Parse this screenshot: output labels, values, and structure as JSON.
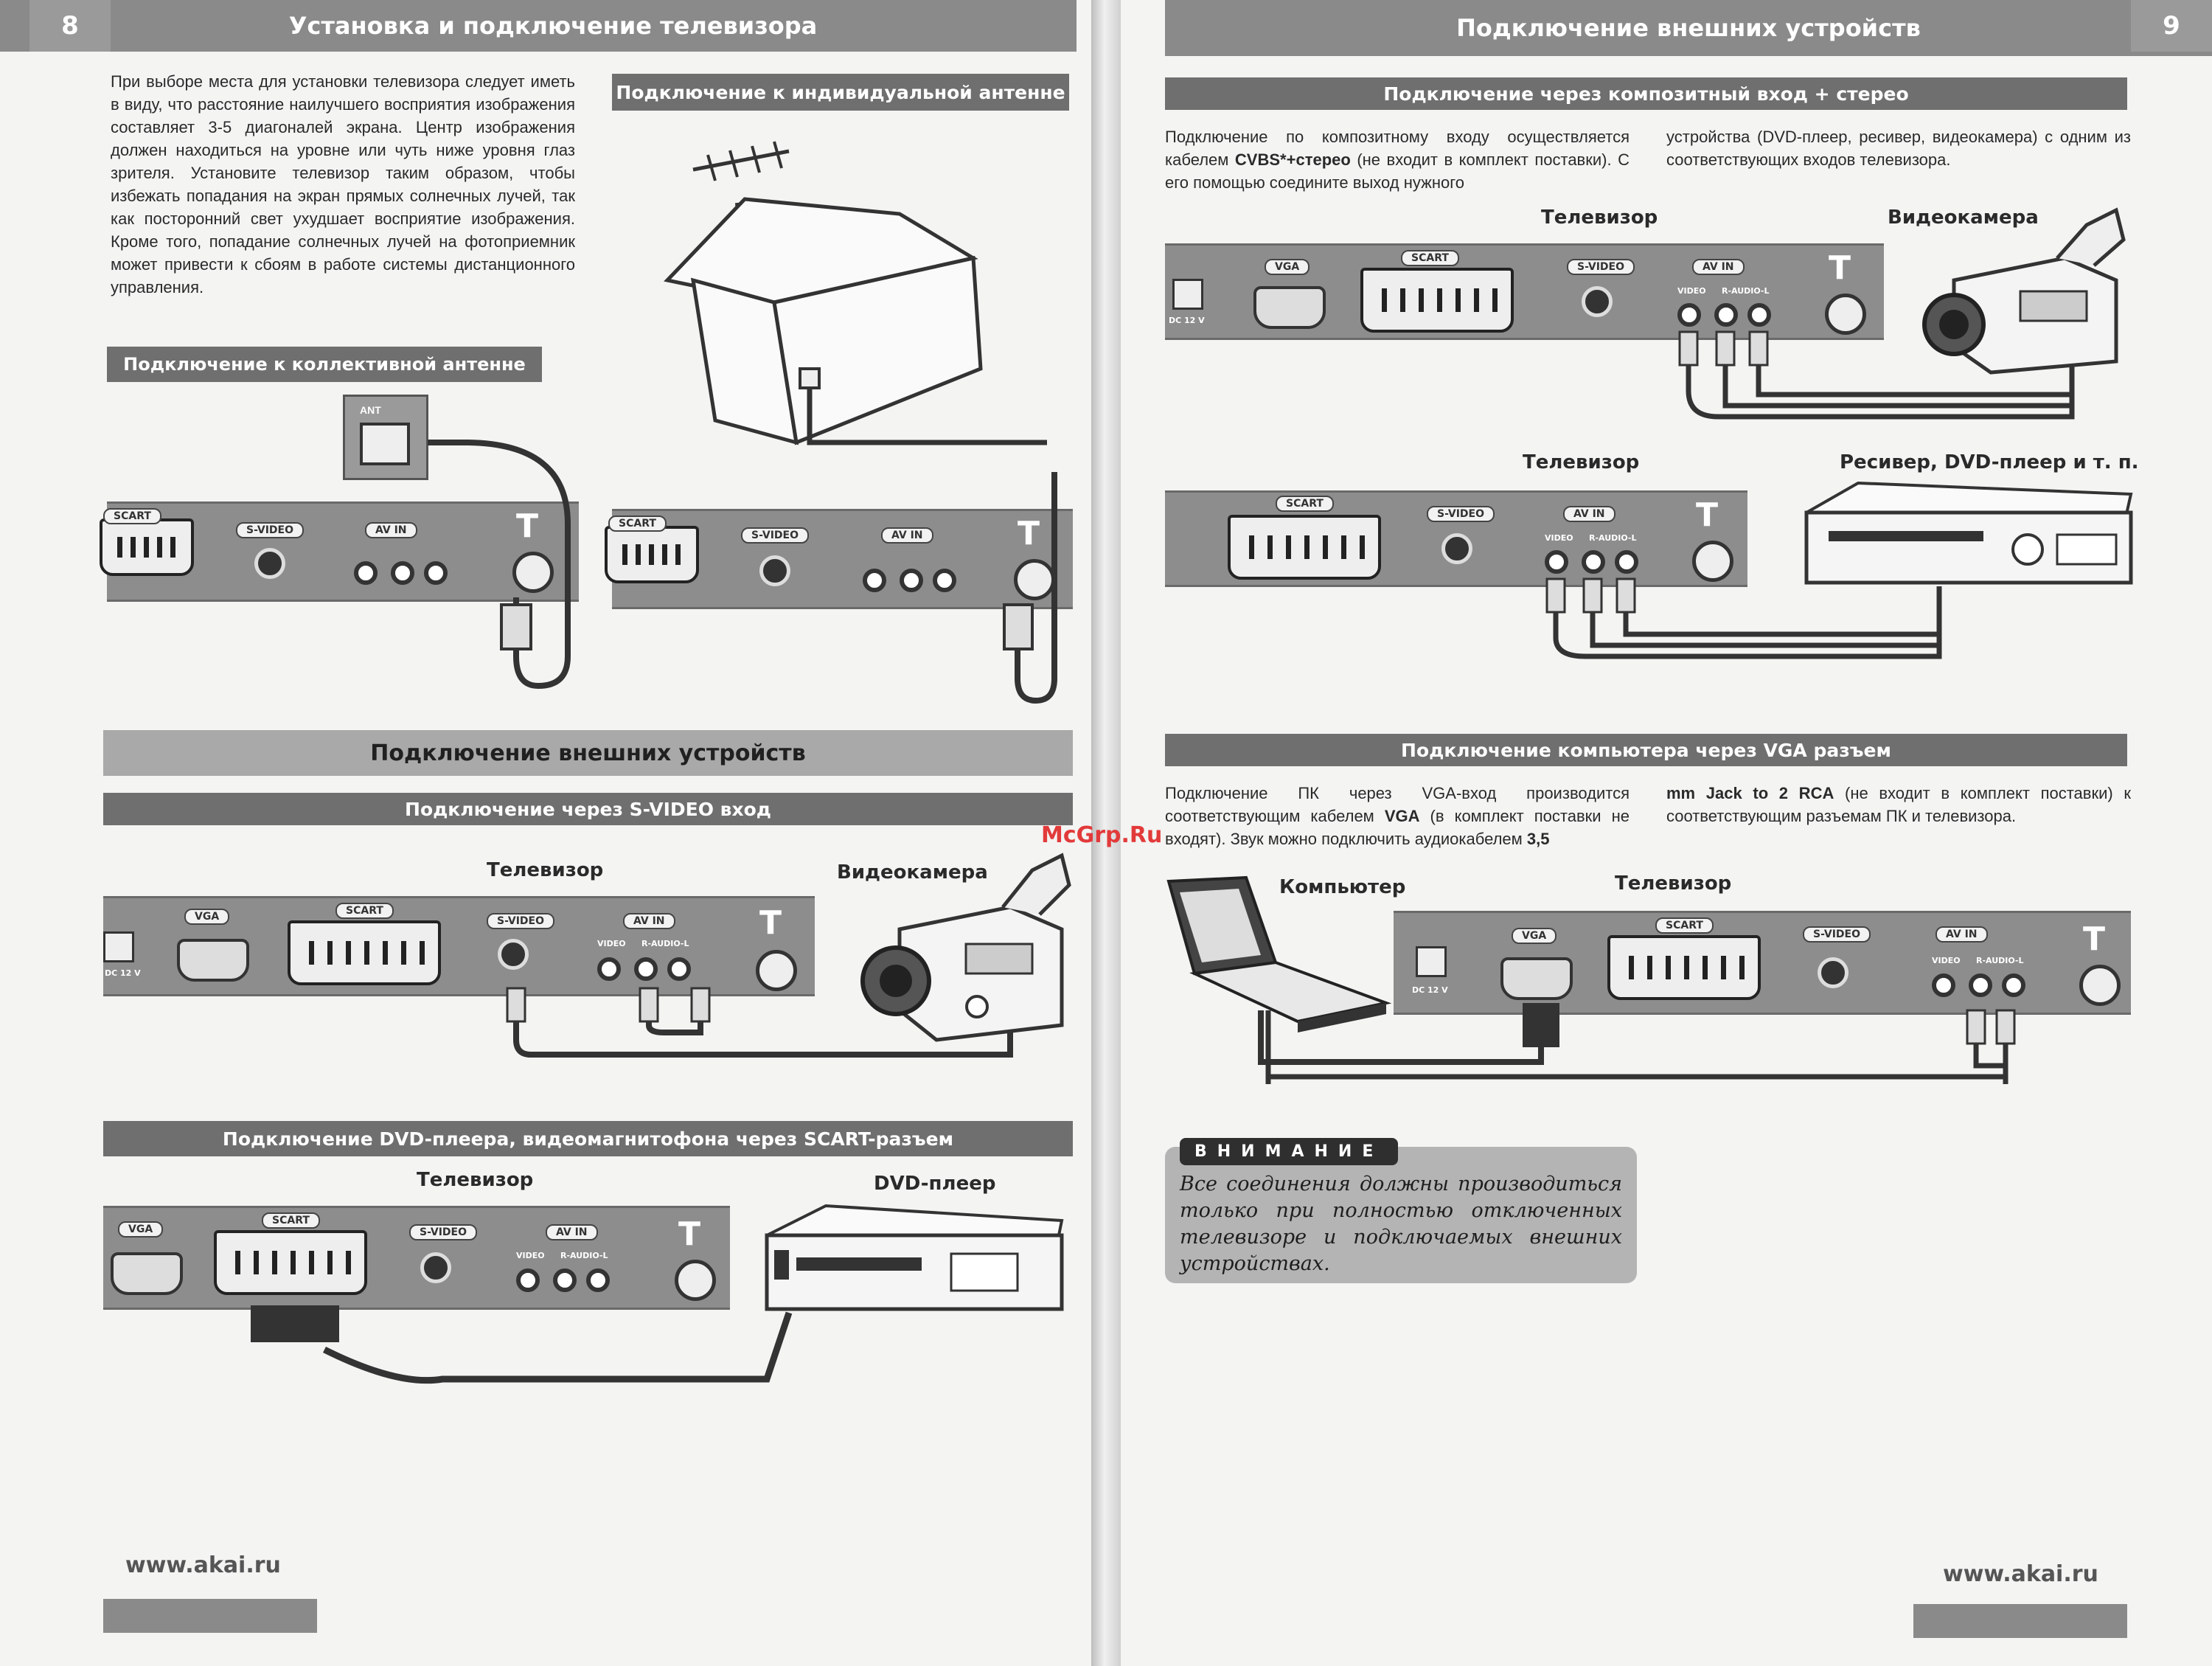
{
  "left_page": {
    "page_number": "8",
    "header_title": "Установка и подключение телевизора",
    "intro_text": "При выборе места для установки телевизора следует иметь в виду, что расстояние наилучшего восприятия изображения составляет 3-5 диагоналей экрана. Центр изображения должен находиться на уровне или чуть ниже уровня глаз зрителя. Установите телевизор таким образом, чтобы избежать попадания на экран прямых солнечных лучей, так как посторонний свет ухудшает восприятие изображения. Кроме того, попадание солнечных лучей на фотоприемник может привести к сбоям в работе системы дистанционного управления.",
    "individual_antenna_title": "Подключение к индивидуальной антенне",
    "collective_antenna_title": "Подключение к коллективной антенне",
    "ant_label": "ANT",
    "external_devices_title": "Подключение внешних устройств",
    "svideo_section_title": "Подключение через S-VIDEO вход",
    "svideo_tv_label": "Телевизор",
    "svideo_camera_label": "Видеокамера",
    "scart_section_title": "Подключение DVD-плеера, видеомагнитофона через SCART-разъем",
    "scart_tv_label": "Телевизор",
    "scart_dvd_label": "DVD-плеер",
    "footer_url": "www.akai.ru"
  },
  "right_page": {
    "page_number": "9",
    "header_title": "Подключение внешних устройств",
    "composite_section_title": "Подключение через композитный вход + стерео",
    "composite_text_col1_parts": [
      "Подключение по композитному входу осуществляется кабелем ",
      "CVBS*+стерео",
      " (не входит в комплект поставки). С его помощью соедините выход нужного"
    ],
    "composite_text_col2": "устройства (DVD-плеер, ресивер, видеокамера) с одним из соответствующих входов телевизора.",
    "composite_tv_label_1": "Телевизор",
    "composite_camera_label": "Видеокамера",
    "composite_tv_label_2": "Телевизор",
    "composite_receiver_label": "Ресивер, DVD-плеер и т. п.",
    "vga_section_title": "Подключение компьютера через VGA разъем",
    "vga_text_col1_parts": [
      "Подключение ПК через VGA-вход производится соответствующим кабелем ",
      "VGA",
      " (в комплект поставки не входят). Звук можно подключить аудиокабелем ",
      "3,5"
    ],
    "vga_text_col2_parts": [
      "mm Jack to 2 RCA",
      " (не входит в комплект поставки) к соответствующим разъемам ПК и телевизора."
    ],
    "vga_computer_label": "Компьютер",
    "vga_tv_label": "Телевизор",
    "warning_title": "ВНИМАНИЕ",
    "warning_text": "Все соединения должны производиться только при полностью отключенных телевизоре и подключаемых внешних устройствах.",
    "footer_url": "www.akai.ru"
  },
  "panel_labels": {
    "scart": "SCART",
    "svideo": "S-VIDEO",
    "avin": "AV IN",
    "vga": "VGA",
    "dc": "DC 12 V",
    "video": "VIDEO",
    "audio": "R-AUDIO-L"
  },
  "watermark": "McGrp.Ru",
  "colors": {
    "header_bar": "#8a8a8a",
    "section_bar": "#6f6f6f",
    "page_bg": "#f4f4f3",
    "watermark": "#e23a3a"
  }
}
